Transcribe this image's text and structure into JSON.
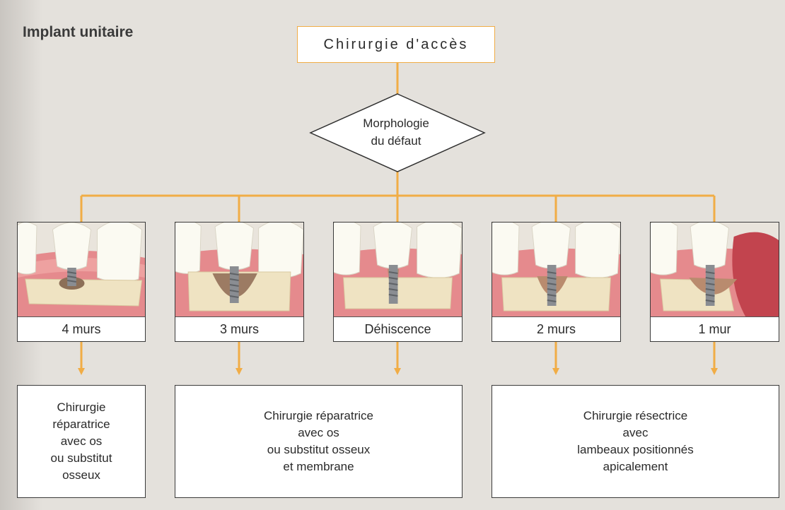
{
  "heading": "Implant unitaire",
  "root": "Chirurgie d'accès",
  "decision": {
    "line1": "Morphologie",
    "line2": "du défaut"
  },
  "cases": [
    {
      "label": "4 murs",
      "illustration": "implant-4-walls-icon"
    },
    {
      "label": "3 murs",
      "illustration": "implant-3-walls-icon"
    },
    {
      "label": "Déhiscence",
      "illustration": "implant-dehiscence-icon"
    },
    {
      "label": "2 murs",
      "illustration": "implant-2-walls-icon"
    },
    {
      "label": "1 mur",
      "illustration": "implant-1-wall-icon"
    }
  ],
  "outcomes": [
    {
      "lines": [
        "Chirurgie",
        "réparatrice",
        "avec os",
        "ou substitut",
        "osseux"
      ]
    },
    {
      "lines": [
        "Chirurgie réparatrice",
        "avec os",
        "ou substitut osseux",
        "et membrane"
      ]
    },
    {
      "lines": [
        "Chirurgie résectrice",
        "avec",
        "lambeaux positionnés",
        "apicalement"
      ]
    }
  ],
  "colors": {
    "connector": "#f1ad46",
    "page_background": "#e4e1dc",
    "gum": "#e58a8d",
    "bone": "#efe3c2",
    "tooth": "#fbfaf2",
    "implant": "#8a8d92"
  }
}
